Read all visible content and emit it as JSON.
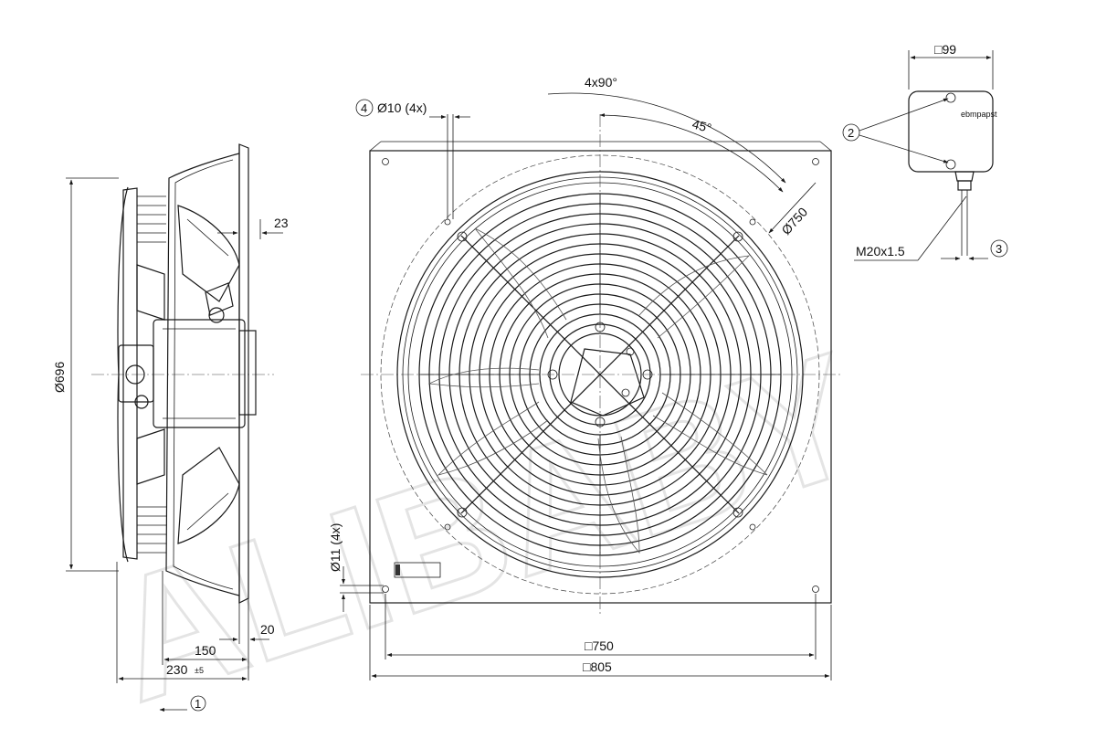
{
  "watermark": "ALIBABY",
  "dimensions": {
    "square_99": "□99",
    "pcd_4x90": "4x90°",
    "angle_45": "45°",
    "holes_10": "Ø10 (4x)",
    "diameter_750": "Ø750",
    "width_23": "23",
    "diameter_696": "Ø696",
    "thread_m20": "M20x1.5",
    "holes_11": "Ø11 (4x)",
    "width_20": "20",
    "width_150": "150",
    "width_230": "230",
    "tolerance_230": "±5",
    "square_750": "□750",
    "square_805": "□805"
  },
  "callouts": {
    "c1": "1",
    "c2": "2",
    "c3": "3",
    "c4": "4"
  },
  "terminal_box_brand": "ebmpapst"
}
